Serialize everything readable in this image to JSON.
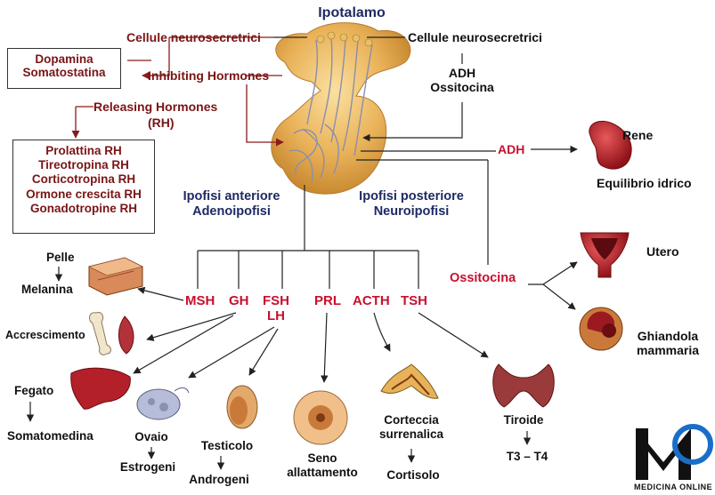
{
  "title": "Ipotalamo",
  "neuro_left": "Cellule neurosecretrici",
  "neuro_right": "Cellule neurosecretrici",
  "inhibiting": "Inhibiting Hormones",
  "releasing": "Releasing Hormones",
  "releasing_abbr": "(RH)",
  "inhibit_box": [
    "Dopamina",
    "Somatostatina"
  ],
  "releasing_box": [
    "Prolattina RH",
    "Tireotropina RH",
    "Corticotropina RH",
    "Ormone crescita RH",
    "Gonadotropine RH"
  ],
  "adh_ossitocina": [
    "ADH",
    "Ossitocina"
  ],
  "anterior": [
    "Ipofisi anteriore",
    "Adenoipofisi"
  ],
  "posterior": [
    "Ipofisi posteriore",
    "Neuroipofisi"
  ],
  "adh": "ADH",
  "rene": "Rene",
  "equilibrio": "Equilibrio idrico",
  "ossitocina": "Ossitocina",
  "utero": "Utero",
  "ghiandola": [
    "Ghiandola",
    "mammaria"
  ],
  "hormones": {
    "msh": "MSH",
    "gh": "GH",
    "fsh": "FSH",
    "lh": "LH",
    "prl": "PRL",
    "acth": "ACTH",
    "tsh": "TSH"
  },
  "pelle": "Pelle",
  "melanina": "Melanina",
  "accrescimento": "Accrescimento",
  "fegato": "Fegato",
  "somatomedina": "Somatomedina",
  "ovaio": "Ovaio",
  "estrogeni": "Estrogeni",
  "testicolo": "Testicolo",
  "androgeni": "Androgeni",
  "seno": [
    "Seno",
    "allattamento"
  ],
  "corteccia": [
    "Corteccia",
    "surrenalica"
  ],
  "cortisolo": "Cortisolo",
  "tiroide": "Tiroide",
  "t3t4": "T3 – T4",
  "logo_text": "MEDICINA ONLINE",
  "colors": {
    "hormone_red": "#c8102e",
    "dark_red": "#7a1515",
    "navy": "#1d2a63"
  }
}
